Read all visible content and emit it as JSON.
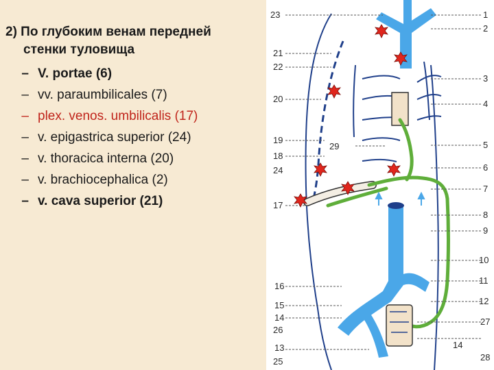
{
  "heading": {
    "line1": "2) По глубоким венам передней",
    "line2": "стенки туловища"
  },
  "items": [
    {
      "dash": "–",
      "text": "V. portae (6)",
      "style": "bold"
    },
    {
      "dash": "–",
      "text": "vv. paraumbilicales (7)",
      "style": "normal"
    },
    {
      "dash": "–",
      "text": "plex. venos. umbilicalis (17)",
      "style": "red"
    },
    {
      "dash": "–",
      "text": "v. epigastrica superior (24)",
      "style": "normal"
    },
    {
      "dash": "–",
      "text": "v. thoracica interna (20)",
      "style": "normal"
    },
    {
      "dash": "–",
      "text": "v. brachiocephalica (2)",
      "style": "normal"
    },
    {
      "dash": "–",
      "text": "v. cava superior (21)",
      "style": "bold"
    }
  ],
  "diagram": {
    "left_labels": [
      "23",
      "21",
      "22",
      "20",
      "19",
      "18",
      "24",
      "17",
      "16",
      "15",
      "14",
      "26",
      "13",
      "25"
    ],
    "right_labels": [
      "1",
      "2",
      "3",
      "4",
      "5",
      "6",
      "7",
      "8",
      "9",
      "10",
      "11",
      "12",
      "27",
      "28"
    ],
    "inner_label": "29",
    "page_number": "14",
    "colors": {
      "vein_blue": "#4aa7e8",
      "collateral_green": "#5fae3a",
      "outline_dark_blue": "#1f3f8a",
      "marker_red": "#e0261d"
    }
  }
}
